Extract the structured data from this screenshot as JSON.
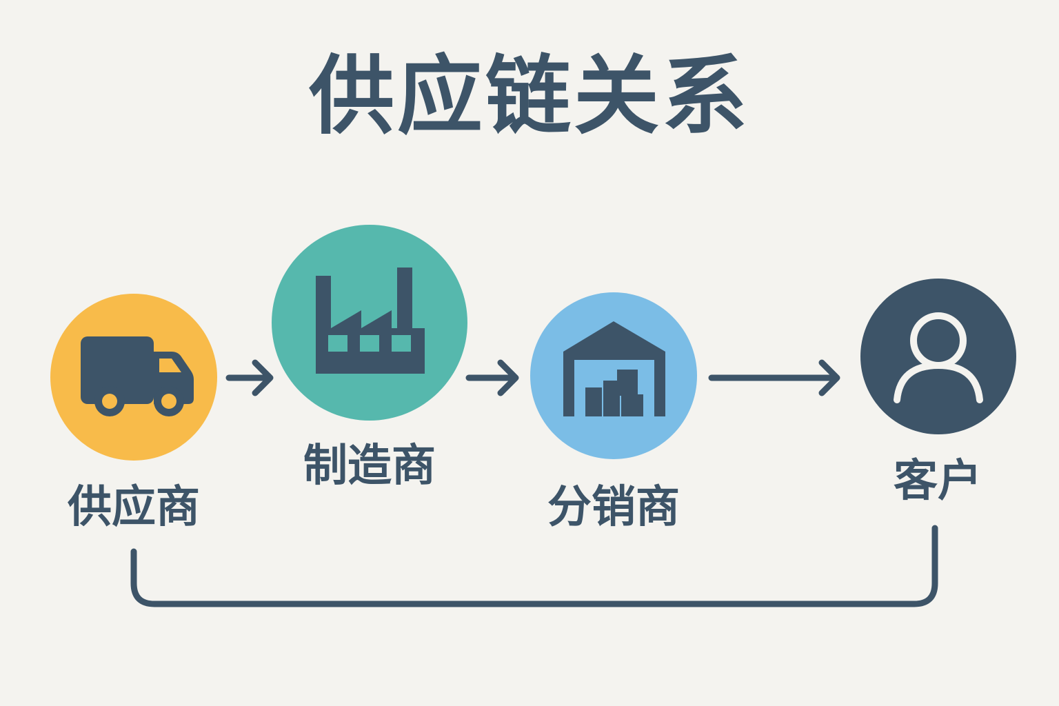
{
  "title": "供应链关系",
  "nodes": [
    {
      "id": "supplier",
      "label": "供应商",
      "icon": "truck-icon",
      "color": "#f8bb4a"
    },
    {
      "id": "manufacturer",
      "label": "制造商",
      "icon": "factory-icon",
      "color": "#56b8ad"
    },
    {
      "id": "distributor",
      "label": "分销商",
      "icon": "warehouse-icon",
      "color": "#7bbde6"
    },
    {
      "id": "customer",
      "label": "客户",
      "icon": "user-icon",
      "color": "#3d5468"
    }
  ],
  "colors": {
    "ink": "#3d5468",
    "background": "#f4f3ef"
  }
}
